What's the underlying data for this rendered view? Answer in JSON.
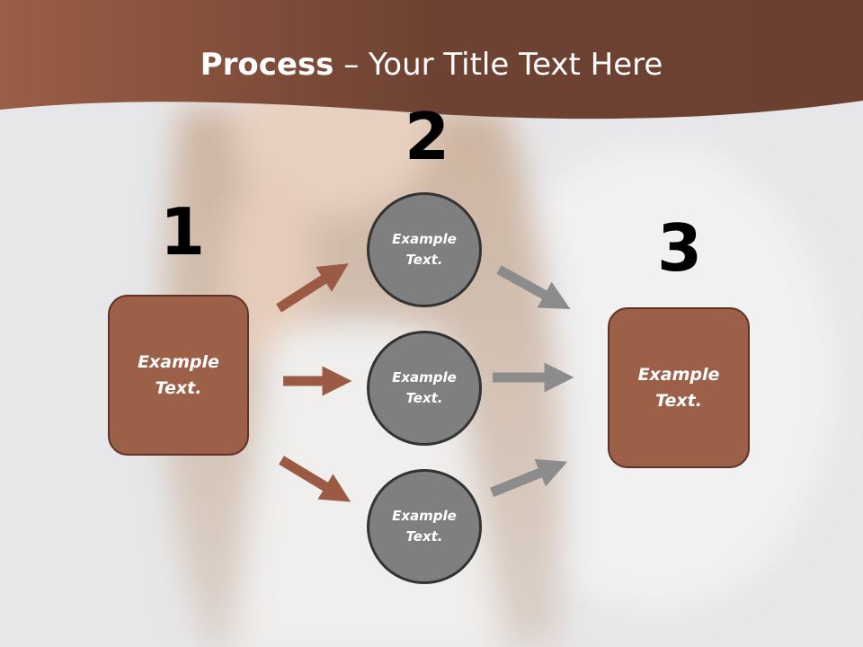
{
  "title": {
    "bold": "Process",
    "rest": " – Your Title Text Here"
  },
  "steps": {
    "n1": "1",
    "n2": "2",
    "n3": "3"
  },
  "left_box": {
    "line1": "Example",
    "line2": "Text."
  },
  "right_box": {
    "line1": "Example",
    "line2": "Text."
  },
  "circles": [
    {
      "line1": "Example",
      "line2": "Text."
    },
    {
      "line1": "Example",
      "line2": "Text."
    },
    {
      "line1": "Example",
      "line2": "Text."
    }
  ],
  "colors": {
    "header": "#7a4636",
    "box": "#9c6048",
    "circle": "#7f7f7f",
    "arrow_brown": "#9a5a44",
    "arrow_gray": "#8c8c8c"
  }
}
